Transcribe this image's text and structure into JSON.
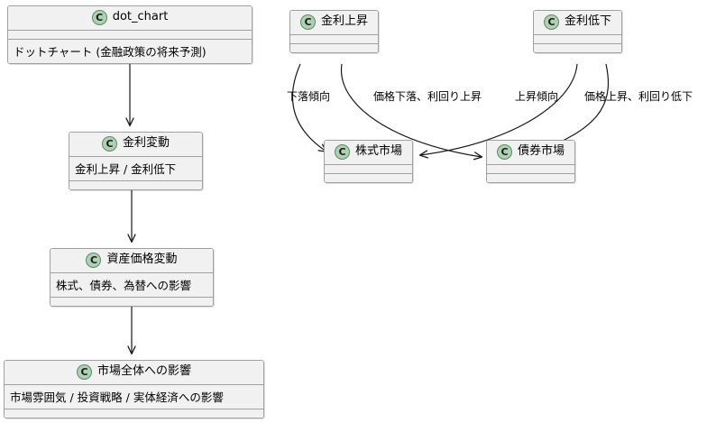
{
  "diagram": {
    "type": "uml-class-diagram",
    "background_color": "#FFFFFF",
    "node_fill": "#F1F1F1",
    "node_border": "#A0A0A0",
    "icon_fill": "#ADD1B2",
    "icon_border": "#5C8A62",
    "icon_letter": "C",
    "edge_color": "#181818"
  },
  "left_flow": {
    "nodes": [
      {
        "id": "dot-chart",
        "icon": "class-icon",
        "title": "dot_chart",
        "attribute": "ドットチャート (金融政策の将来予測)"
      },
      {
        "id": "rate-change",
        "icon": "class-icon",
        "title": "金利変動",
        "attribute": "金利上昇 / 金利低下"
      },
      {
        "id": "asset-price",
        "icon": "class-icon",
        "title": "資産価格変動",
        "attribute": "株式、債券、為替への影響"
      },
      {
        "id": "market-impact",
        "icon": "class-icon",
        "title": "市場全体への影響",
        "attribute": "市場雰囲気 / 投資戦略 / 実体経済への影響"
      }
    ],
    "edges": [
      {
        "from": "dot-chart",
        "to": "rate-change",
        "label": ""
      },
      {
        "from": "rate-change",
        "to": "asset-price",
        "label": ""
      },
      {
        "from": "asset-price",
        "to": "market-impact",
        "label": ""
      }
    ]
  },
  "right_flow": {
    "nodes": [
      {
        "id": "rate-up",
        "icon": "class-icon",
        "title": "金利上昇",
        "attribute": ""
      },
      {
        "id": "rate-down",
        "icon": "class-icon",
        "title": "金利低下",
        "attribute": ""
      },
      {
        "id": "stock-mkt",
        "icon": "class-icon",
        "title": "株式市場",
        "attribute": ""
      },
      {
        "id": "bond-mkt",
        "icon": "class-icon",
        "title": "債券市場",
        "attribute": ""
      }
    ],
    "edges": [
      {
        "from": "rate-up",
        "to": "stock-mkt",
        "label": "下落傾向"
      },
      {
        "from": "rate-up",
        "to": "bond-mkt",
        "label": "価格下落、利回り上昇"
      },
      {
        "from": "rate-down",
        "to": "bond-mkt",
        "label": "上昇傾向"
      },
      {
        "from": "rate-down",
        "to": "stock-mkt",
        "label": "価格上昇、利回り低下"
      }
    ]
  }
}
